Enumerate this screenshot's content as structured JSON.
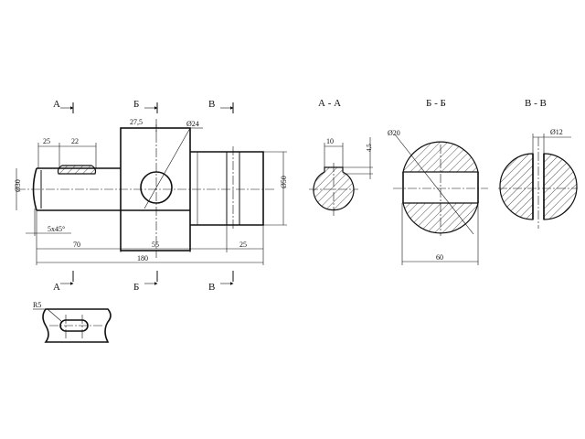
{
  "section_labels": {
    "a_top": "А",
    "b_top": "Б",
    "v_top": "В",
    "a_bottom": "А",
    "b_bottom": "Б",
    "v_bottom": "В"
  },
  "section_titles": {
    "aa": "А - А",
    "bb": "Б - Б",
    "vv": "В - В"
  },
  "dimensions": {
    "d30": "Ø30",
    "d50": "Ø50",
    "d24": "Ø24",
    "d20": "Ø20",
    "d12": "Ø12",
    "l25": "25",
    "l22": "22",
    "l27_5": "27,5",
    "chamfer": "5x45°",
    "l70": "70",
    "l55": "55",
    "l25b": "25",
    "l180": "180",
    "w10": "10",
    "h45": "4,5",
    "w60": "60",
    "r5": "R5"
  }
}
